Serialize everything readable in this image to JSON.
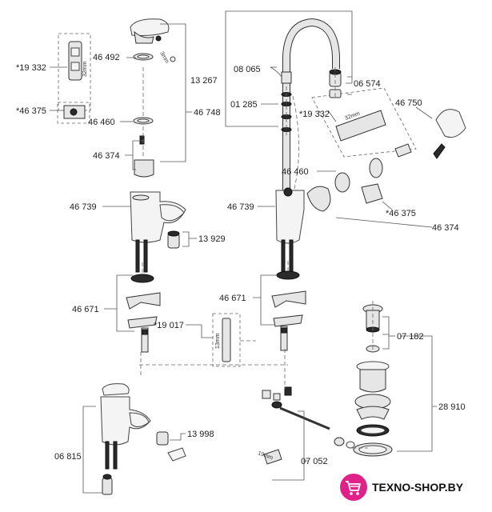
{
  "diagram": {
    "labels": {
      "l_19332_left": "*19 332",
      "l_46492": "46 492",
      "l_46375_left": "*46 375",
      "l_46460_left": "46 460",
      "l_46748": "46 748",
      "l_46374_left": "46 374",
      "l_46739_left": "46 739",
      "l_13929": "13 929",
      "l_46671_left": "46 671",
      "l_19017": "*19 017",
      "l_06815": "06 815",
      "l_13998": "13 998",
      "l_13267": "13 267",
      "l_08065": "08 065",
      "l_01285": "01 285",
      "l_06574": "06 574",
      "l_19332_right": "*19 332",
      "l_46750": "46 750",
      "l_46460_right": "46 460",
      "l_46739_right": "46 739",
      "l_46375_right": "*46 375",
      "l_46374_right": "46 374",
      "l_46671_right": "46 671",
      "l_07182": "07 182",
      "l_28910": "28 910",
      "l_07052": "07 052"
    },
    "dims": {
      "d_32mm_left": "32mm",
      "d_3mm": "3mm",
      "d_32mm_right": "32mm",
      "d_13mm": "13mm",
      "d_19mm": "19mm"
    }
  },
  "watermark": {
    "text": "TEXNO-SHOP.BY",
    "accent": "#e0218a",
    "icon": "shopping-cart-icon"
  }
}
